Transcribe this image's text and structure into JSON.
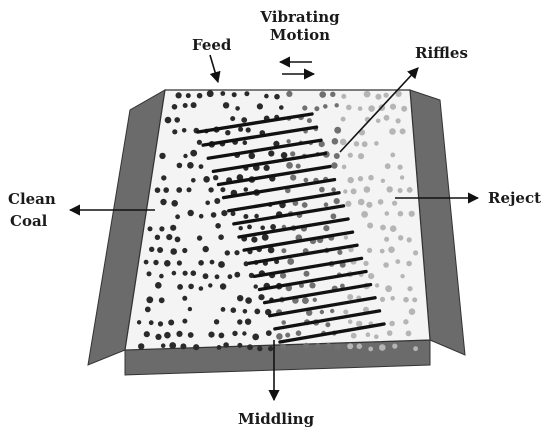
{
  "labels": {
    "feed": "Feed",
    "vibrating_line1": "Vibrating",
    "vibrating_line2": "Motion",
    "riffles": "Riffles",
    "clean_line1": "Clean",
    "clean_line2": "Coal",
    "reject": "Reject",
    "middling": "Middling"
  },
  "colors": {
    "table_top": "#f4f4f4",
    "table_side": "#6b6b6b",
    "riffle": "#111111",
    "particle_dark": "#2a2a2a",
    "particle_mid": "#707070",
    "particle_light": "#b5b5b5"
  },
  "riffle_count": 17
}
